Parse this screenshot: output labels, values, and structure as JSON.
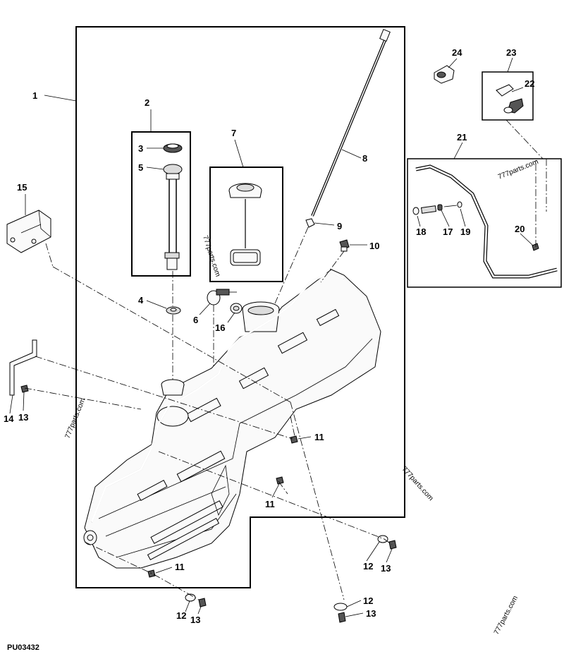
{
  "figure_id": "PU03432",
  "watermarks": [
    "777parts.com",
    "777parts.com",
    "777parts.com",
    "777parts.com",
    "777parts.com"
  ],
  "callouts": {
    "c1": "1",
    "c2": "2",
    "c3": "3",
    "c4": "4",
    "c5": "5",
    "c6": "6",
    "c7": "7",
    "c8": "8",
    "c9": "9",
    "c10": "10",
    "c11a": "11",
    "c11b": "11",
    "c11c": "11",
    "c12a": "12",
    "c12b": "12",
    "c12c": "12",
    "c13a": "13",
    "c13b": "13",
    "c13c": "13",
    "c13d": "13",
    "c14": "14",
    "c15": "15",
    "c16": "16",
    "c17": "17",
    "c18": "18",
    "c19": "19",
    "c20": "20",
    "c21": "21",
    "c22": "22",
    "c23": "23",
    "c24": "24"
  }
}
